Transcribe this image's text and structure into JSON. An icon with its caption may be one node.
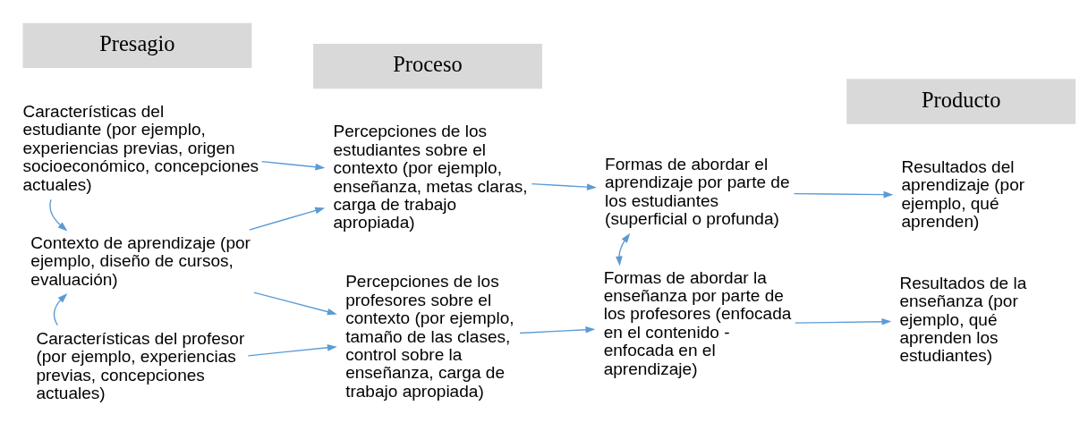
{
  "diagram": {
    "nodes": [
      {
        "text": [
          "Presagio"
        ]
      },
      {
        "text": [
          "Proceso"
        ]
      },
      {
        "text": [
          "Producto"
        ]
      },
      {
        "text": [
          "Características del estudiante (por ejemplo, experiencias previas, origen socioeconómico, concepciones actuales)"
        ]
      },
      {
        "text": [
          "Contexto de aprendizaje (por ejemplo, diseño de cursos, evaluación)"
        ]
      },
      {
        "text": [
          "Características del profesor (por ejemplo, experiencias previas, concepciones actuales)"
        ]
      },
      {
        "text": [
          "Percepciones de los estudiantes sobre el contexto (por ejemplo, enseñanza, metas claras, carga de trabajo apropiada)"
        ]
      },
      {
        "text": [
          "Percepciones de los profesores sobre el contexto (por ejemplo, tamaño de las clases, control sobre la enseñanza, carga de trabajo apropiada)"
        ]
      },
      {
        "text": [
          "Formas de abordar el aprendizaje por parte de los estudiantes (superficial o profunda)"
        ]
      },
      {
        "text": [
          "Formas de abordar la enseñanza por parte de los profesores (enfocada en el contenido - enfocada en el aprendizaje)"
        ]
      },
      {
        "text": [
          "Resultados del aprendizaje (por ejemplo, qué aprenden)"
        ]
      },
      {
        "text": [
          "Resultados de la enseñanza (por ejemplo, qué aprenden los estudiantes)"
        ]
      }
    ],
    "edges": [
      {
        "from": 3,
        "to": 6,
        "arrow": "to"
      },
      {
        "from": 3,
        "to": 4,
        "arrow": "to"
      },
      {
        "from": 5,
        "to": 4,
        "arrow": "to"
      },
      {
        "from": 4,
        "to": 6,
        "arrow": "to"
      },
      {
        "from": 4,
        "to": 7,
        "arrow": "to"
      },
      {
        "from": 5,
        "to": 7,
        "arrow": "to"
      },
      {
        "from": 6,
        "to": 8,
        "arrow": "to"
      },
      {
        "from": 7,
        "to": 9,
        "arrow": "to"
      },
      {
        "from": 8,
        "to": 9,
        "arrow": "both"
      },
      {
        "from": 8,
        "to": 10,
        "arrow": "to"
      },
      {
        "from": 9,
        "to": 11,
        "arrow": "to"
      }
    ]
  }
}
